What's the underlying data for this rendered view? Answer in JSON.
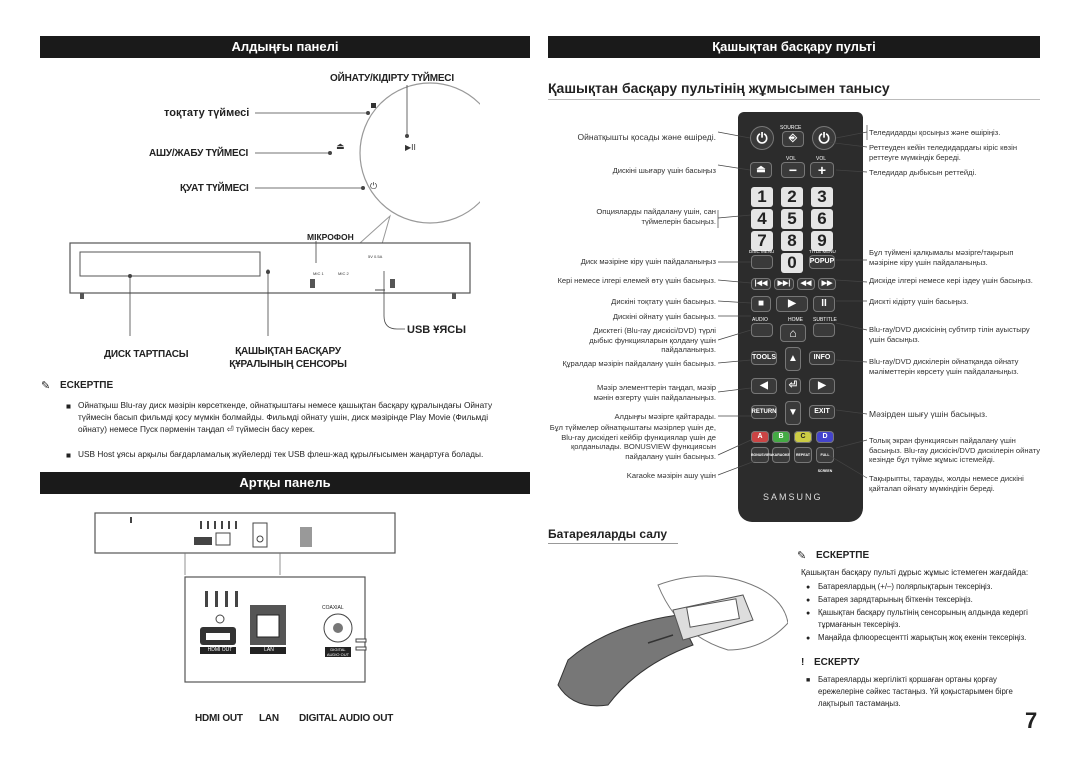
{
  "left": {
    "front_banner": "Алдыңғы панелі",
    "front_labels": {
      "play_pause": "ОЙНАТУ/КІДІРТУ ТҮЙМЕСІ",
      "stop": "тоқтату түймесі",
      "open_close": "АШУ/ЖАБУ ТҮЙМЕСІ",
      "power": "ҚУАТ ТҮЙМЕСІ",
      "microphone": "МІКРОФОН",
      "usb": "USB ҰЯСЫ",
      "disc_tray": "ДИСК ТАРТПАСЫ",
      "remote_sensor": "ҚАШЫҚТАН БАСҚАРУ ҚҰРАЛЫНЫҢ СЕНСОРЫ"
    },
    "player_marks": {
      "mic1": "MIC 1",
      "mic2": "MIC 2",
      "usb_mark": "5V 0.5A"
    },
    "note_title": "ЕСКЕРТПЕ",
    "note_items": [
      "Ойнатқыш Blu-ray диск мәзірін көрсеткенде, ойнатқыштағы немесе қашықтан басқару құралындағы Ойнату түймесін басып фильмді қосу мүмкін болмайды. Фильмді ойнату үшін, диск мәзірінде Play Movie (Фильмді ойнату) немесе Пуск пәрменін таңдап ⏎ түймесін басу керек.",
      "USB Host ұясы арқылы бағдарламалық жүйелерді тек USB флеш-жад құрылғысымен жаңартуға болады."
    ],
    "rear_banner": "Артқы панель",
    "rear_marks": {
      "hdmi_out": "HDMI OUT",
      "lan": "LAN",
      "coaxial": "COAXIAL",
      "digital_audio_out": "DIGITAL AUDIO OUT"
    },
    "rear_labels": {
      "hdmi_out": "HDMI OUT",
      "lan": "LAN",
      "digital_audio_out": "DIGITAL AUDIO OUT"
    }
  },
  "right": {
    "banner": "Қашықтан басқару пульті",
    "heading": "Қашықтан басқару пультінің жұмысымен танысу",
    "left_labels": [
      "Ойнатқышты қосады және өшіреді.",
      "Дискіні шығару үшін басыңыз",
      "Опцияларды пайдалану үшін, сан түймелерін басыңыз.",
      "Диск мәзіріне кіру үшін пайдаланыңыз",
      "Кері немесе ілгері елемей өту үшін басыңыз.",
      "Дискіні тоқтату үшін басыңыз.",
      "Дискіні ойнату үшін басыңыз.",
      "Дисктегі (Blu-ray дискісі/DVD) түрлі дыбыс функцияларын қолдану үшін пайдаланыңыз.",
      "Құралдар мәзірін пайдалану үшін басыңыз.",
      "Мәзір элементтерін таңдап, мәзір мәнін өзгерту үшін пайдаланыңыз.",
      "Алдыңғы мәзірге қайтарады.",
      "Бұл түймелер ойнатқыштағы мәзірлер үшін де, Blu-ray дискідегі кейбір функциялар үшін де қолданылады. BONUSVIEW функциясын пайдалану үшін басыңыз.",
      "Karaoke мәзірін ашу үшін"
    ],
    "right_labels": [
      "Теледидарды қосыңыз және өшіріңіз.",
      "Реттеуден кейін теледидардағы кіріс көзін реттеуге мүмкіндік береді.",
      "Теледидар дыбысын реттейді.",
      "Бұл түймені қалқымалы мәзірге/тақырып мәзіріне кіру үшін пайдаланыңыз.",
      "Дискіде ілгері немесе кері іздеу үшін басыңыз.",
      "Дискті кідірту үшін басыңыз.",
      "Blu-ray/DVD дискісінің субтитр тілін ауыстыру үшін басыңыз.",
      "Blu-ray/DVD дискілерін ойнатқанда ойнату мәліметтерін көрсету үшін пайдаланыңыз.",
      "Мәзірден шығу үшін басыңыз.",
      "Толық экран функциясын пайдалану үшін басыңыз. Blu-ray дискісін/DVD дискілерін ойнату кезінде бұл түйме жұмыс істемейді.",
      "Тақырыпты, тарауды, жолды немесе дискіні қайталап ойнату мүмкіндігін береді."
    ],
    "remote_keys": {
      "source": "SOURCE",
      "vol": "VOL",
      "minus": "−",
      "plus": "+",
      "digits": [
        "1",
        "2",
        "3",
        "4",
        "5",
        "6",
        "7",
        "8",
        "9",
        "0"
      ],
      "disc_menu": "DISC MENU",
      "title_menu": "TITLE MENU",
      "popup": "POPUP",
      "audio": "AUDIO",
      "home": "HOME",
      "subtitle": "SUBTITLE",
      "tools": "TOOLS",
      "info": "INFO",
      "return": "RETURN",
      "exit": "EXIT",
      "a": "A",
      "b": "B",
      "c": "C",
      "d": "D",
      "bonus": "BONUSVIEW",
      "karaoke": "KARAOKE",
      "repeat": "REPEAT",
      "full": "FULL SCREEN",
      "brand": "SAMSUNG"
    },
    "battery_heading": "Батареяларды салу",
    "note_title": "ЕСКЕРТПЕ",
    "note_intro": "Қашықтан басқару пульті дұрыс жұмыс істемеген жағдайда:",
    "note_items": [
      "Батареялардың (+/–) полярлықтарын тексеріңіз.",
      "Батарея зарядтарының біткенін тексеріңіз.",
      "Қашықтан басқару пультінің сенсорының алдында кедергі тұрмағанын тексеріңіз.",
      "Маңайда флюоресценттi жарықтың жоқ екенін тексеріңіз."
    ],
    "caution_title": "ЕСКЕРТУ",
    "caution_text": "Батареяларды жергілікті қоршаған ортаны қорғау ережелеріне сәйкес тастаңыз. Үй қоқыстарымен бірге лақтырып тастамаңыз."
  },
  "page_number": "7"
}
